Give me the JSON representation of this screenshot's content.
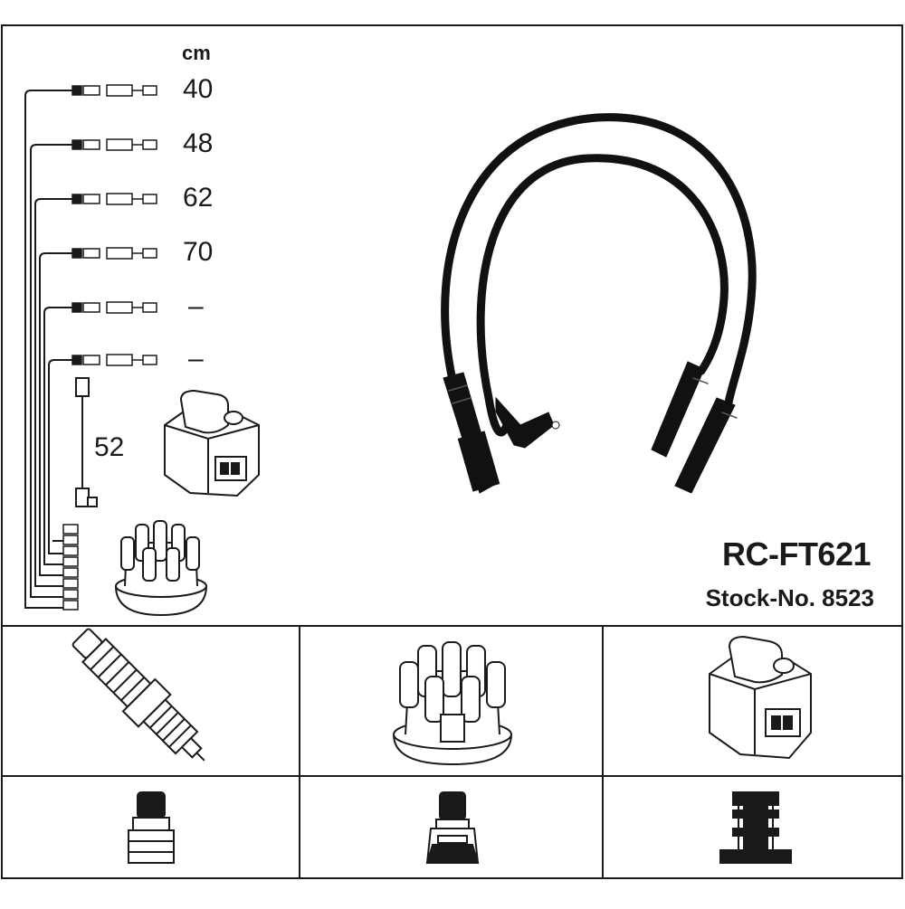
{
  "product": {
    "title": "RC-FT621",
    "stock_line": "Stock-No. 8523"
  },
  "lengths": {
    "unit": "cm",
    "leads": [
      "40",
      "48",
      "62",
      "70",
      "–",
      "–"
    ],
    "coil_lead": "52"
  },
  "colors": {
    "line": "#1a1a1a",
    "background": "#ffffff",
    "cable": "#111111"
  }
}
